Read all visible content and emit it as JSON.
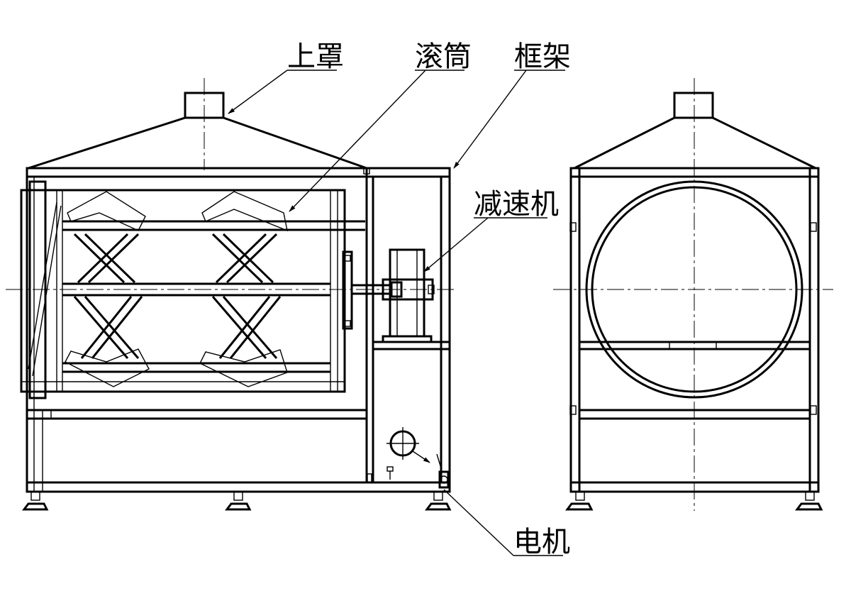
{
  "labels": {
    "top_cover": "上罩",
    "drum": "滚筒",
    "frame": "框架",
    "reducer": "减速机",
    "motor": "电机"
  }
}
